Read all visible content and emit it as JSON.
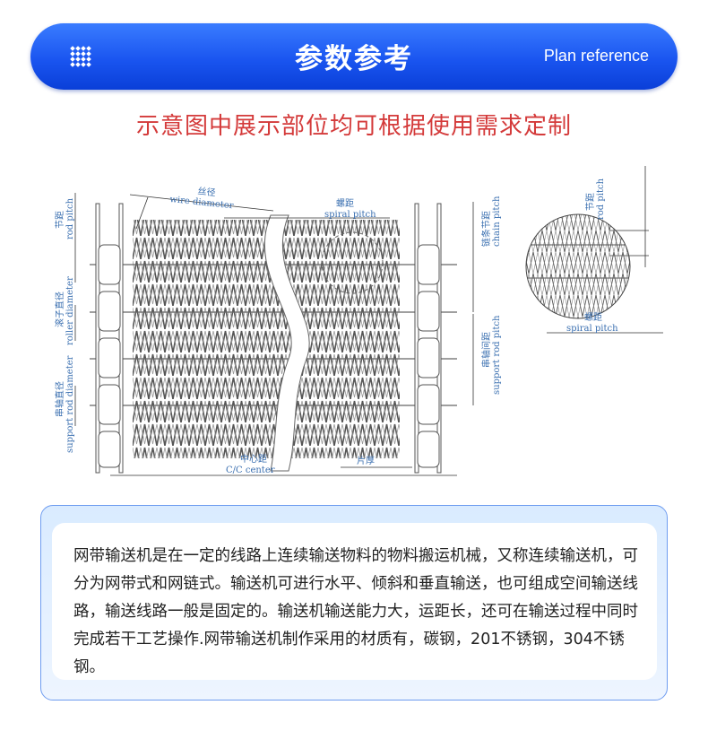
{
  "header": {
    "title": "参数参考",
    "subtitle": "Plan reference",
    "icon": "dot-grid-icon",
    "color": "#1a55f0"
  },
  "notice": {
    "text": "示意图中展示部位均可根据使用需求定制",
    "color": "#d43a3a"
  },
  "diagram": {
    "labels": {
      "rod_pitch_cn": "节距",
      "rod_pitch_en": "rod pitch",
      "roller_diameter_cn": "滚子直径",
      "roller_diameter_en": "roller diameter",
      "support_rod_diameter_cn": "串轴直径",
      "support_rod_diameter_en": "support rod diameter",
      "wire_diameter_cn": "丝径",
      "wire_diameter_en": "wire diameter",
      "spiral_pitch_cn": "螺距",
      "spiral_pitch_en": "spiral pitch",
      "chain_pitch_cn": "链条节距",
      "chain_pitch_en": "chain pitch",
      "support_rod_pitch_cn": "串轴间距",
      "support_rod_pitch_en": "support rod pitch",
      "center_cn": "中心距",
      "center_en": "C/C center",
      "plate_thickness_cn": "片厚",
      "detail_rod_pitch_cn": "节距",
      "detail_rod_pitch_en": "rod pitch",
      "detail_spiral_pitch_cn": "螺距",
      "detail_spiral_pitch_en": "spiral pitch"
    }
  },
  "description": {
    "text": "网带输送机是在一定的线路上连续输送物料的物料搬运机械，又称连续输送机，可分为网带式和网链式。输送机可进行水平、倾斜和垂直输送，也可组成空间输送线路，输送线路一般是固定的。输送机输送能力大，运距长，还可在输送过程中同时完成若干工艺操作.网带输送机制作采用的材质有，碳钢，201不锈钢，304不锈钢。"
  }
}
